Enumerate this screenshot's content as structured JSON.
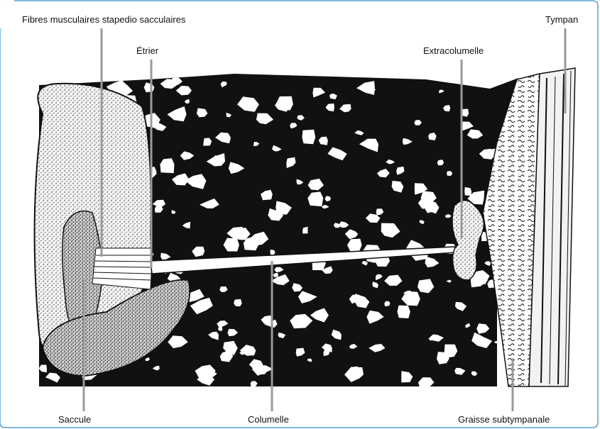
{
  "labels": {
    "fibres": "Fibres musculaires stapedio sacculaires",
    "etrier": "Étrier",
    "extracolumelle": "Extracolumelle",
    "tympan": "Tympan",
    "saccule": "Saccule",
    "columelle": "Columelle",
    "graisse": "Graisse subtympanale"
  },
  "colors": {
    "bone": "#111111",
    "frame": "#2f8fc3",
    "stipple_fill": "#dcdcdc",
    "leader": "#9a9a9a"
  }
}
